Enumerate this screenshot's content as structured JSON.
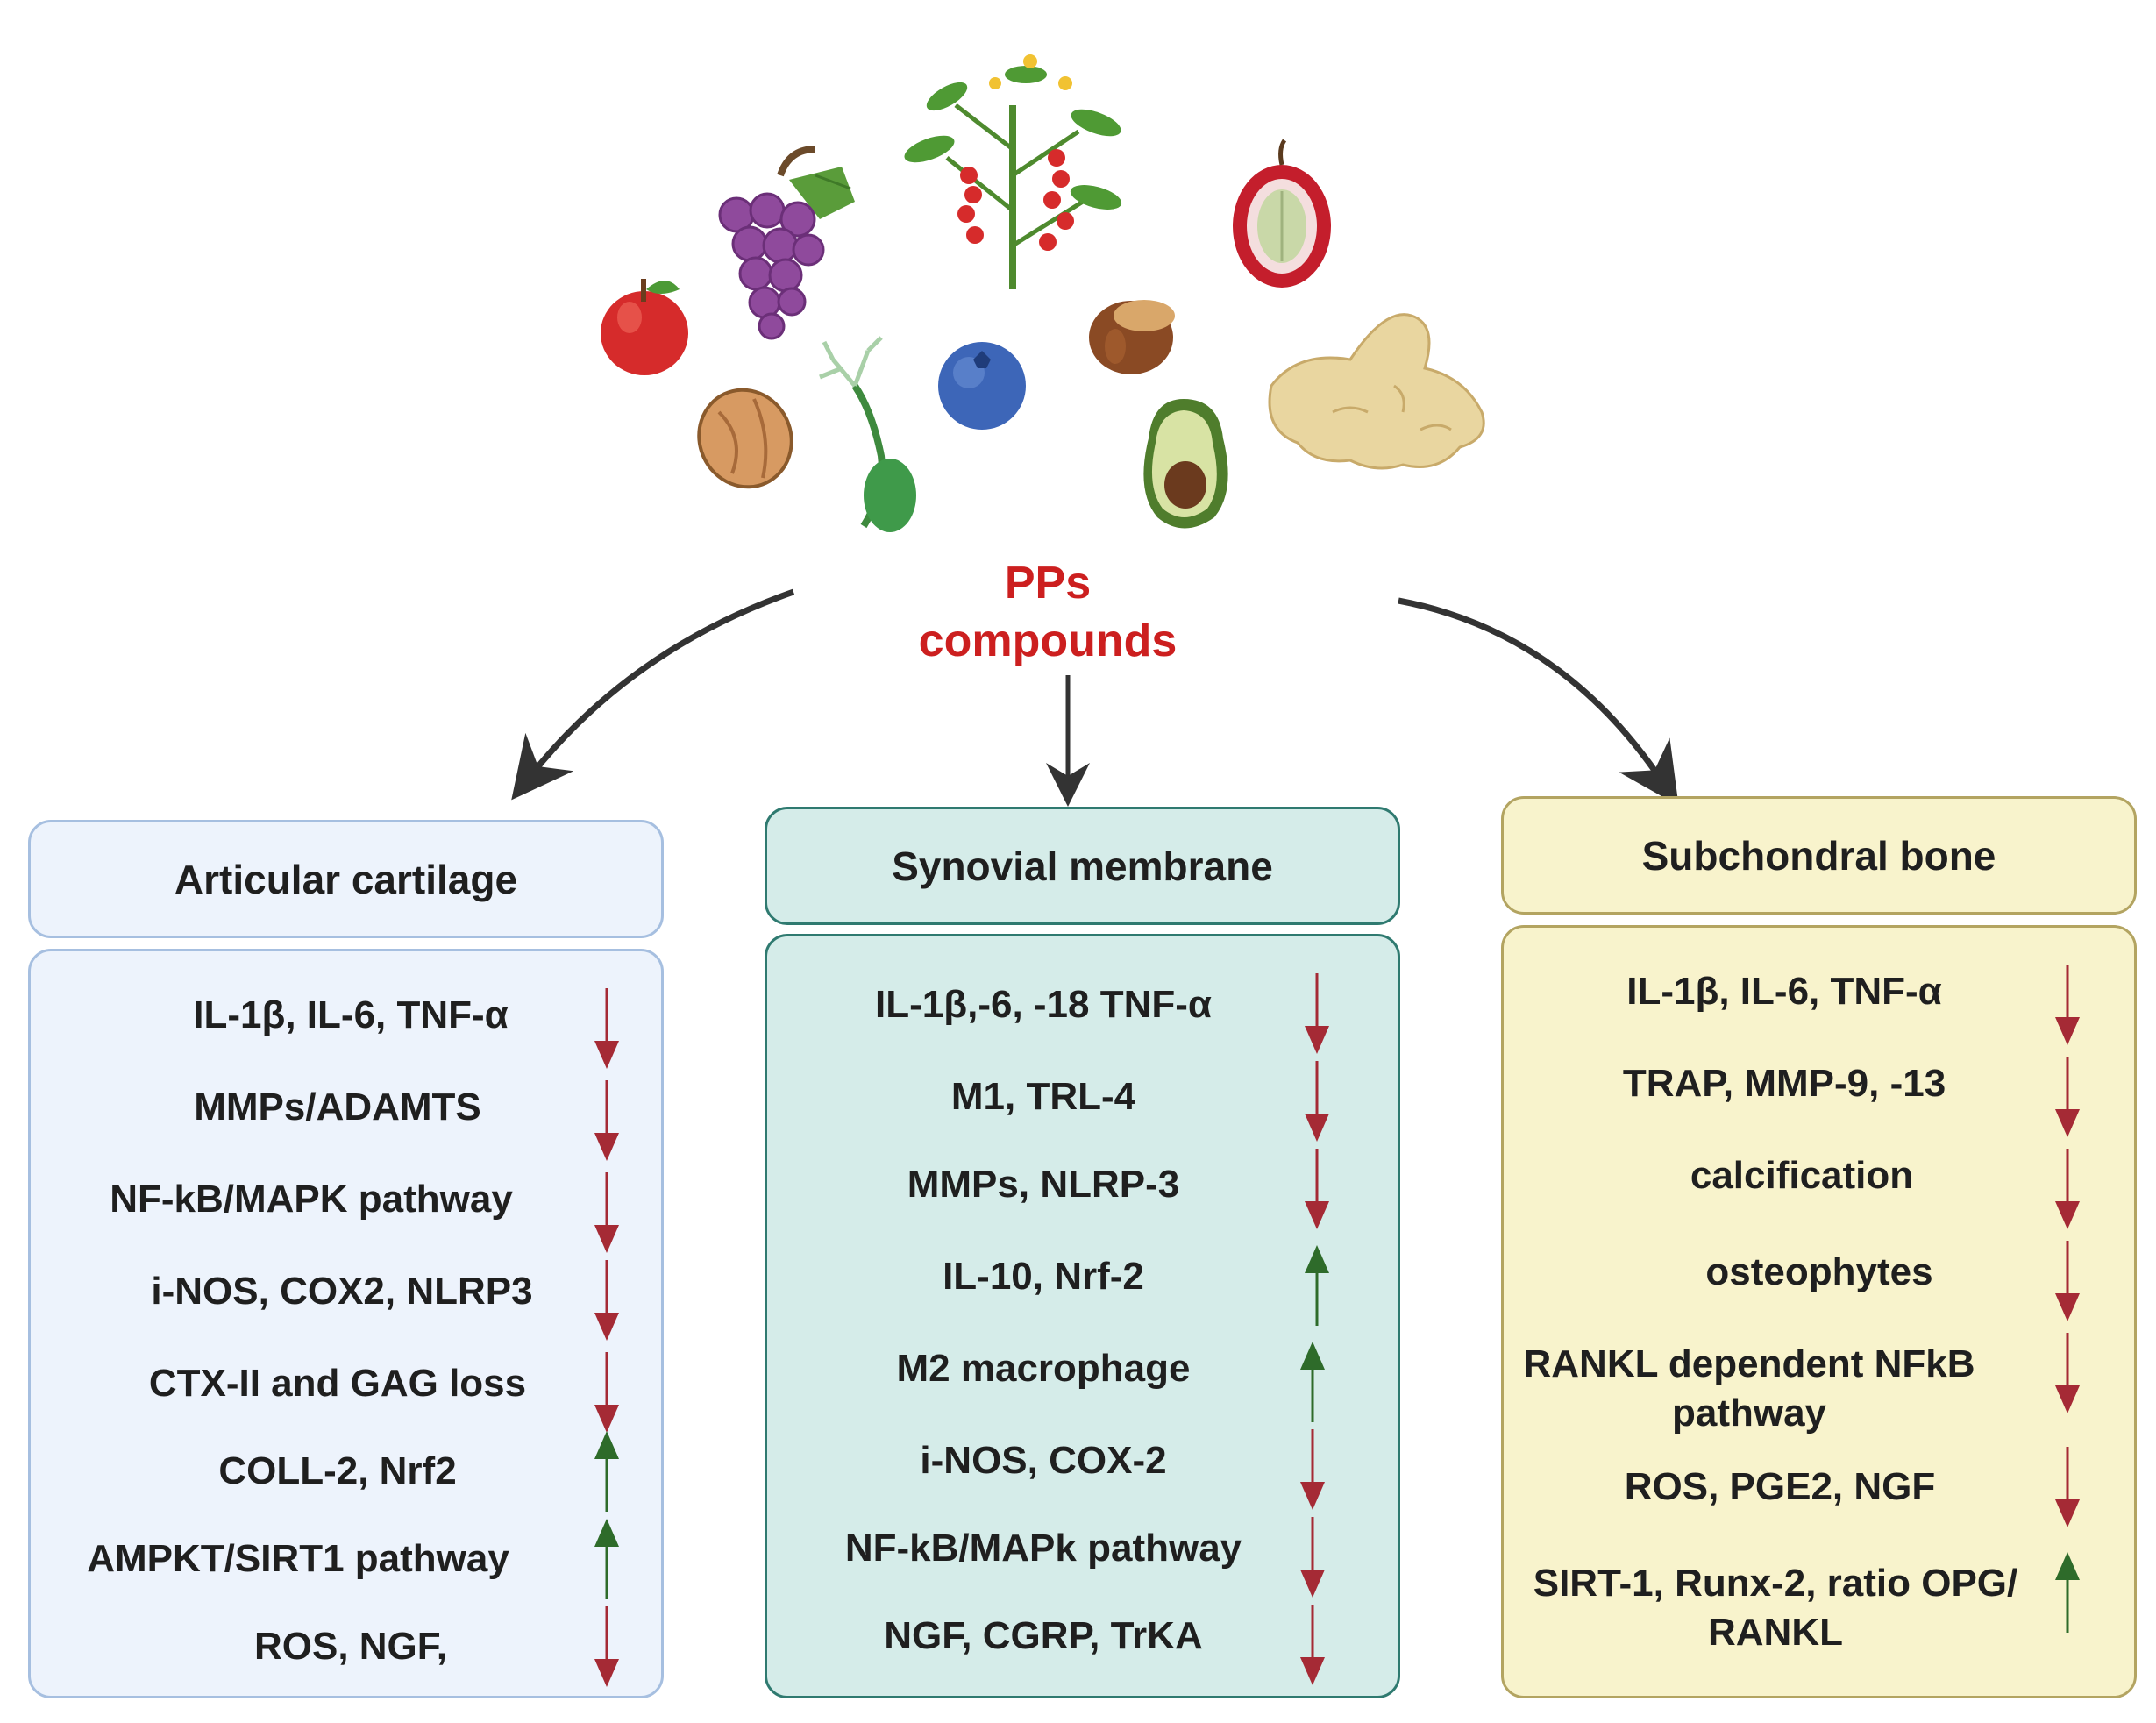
{
  "center": {
    "title_line1": "PPs",
    "title_line2": "compounds"
  },
  "colors": {
    "title_red": "#cc1f1f",
    "down_arrow": "#a52a35",
    "up_arrow": "#2e6b2a"
  },
  "icons": [
    "apple-icon",
    "grapes-icon",
    "walnut-icon",
    "herb-root-icon",
    "tomato-plant-icon",
    "blueberry-icon",
    "hazelnut-icon",
    "avocado-icon",
    "coffee-cherry-icon",
    "ginger-icon"
  ],
  "columns": [
    {
      "title": "Articular cartilage",
      "items": [
        {
          "label": "IL-1β, IL-6, TNF-α",
          "direction": "down"
        },
        {
          "label": "MMPs/ADAMTS",
          "direction": "down"
        },
        {
          "label": "NF-kB/MAPK pathway",
          "direction": "down"
        },
        {
          "label": "i-NOS, COX2, NLRP3",
          "direction": "down"
        },
        {
          "label": "CTX-II and GAG loss",
          "direction": "down"
        },
        {
          "label": "COLL-2, Nrf2",
          "direction": "up"
        },
        {
          "label": "AMPKT/SIRT1 pathway",
          "direction": "up"
        },
        {
          "label": "ROS, NGF,",
          "direction": "down"
        }
      ]
    },
    {
      "title": "Synovial membrane",
      "items": [
        {
          "label": "IL-1β,-6, -18 TNF-α",
          "direction": "down"
        },
        {
          "label": "M1, TRL-4",
          "direction": "down"
        },
        {
          "label": "MMPs, NLRP-3",
          "direction": "down"
        },
        {
          "label": "IL-10, Nrf-2",
          "direction": "up"
        },
        {
          "label": "M2 macrophage",
          "direction": "up"
        },
        {
          "label": "i-NOS, COX-2",
          "direction": "down"
        },
        {
          "label": "NF-kB/MAPk pathway",
          "direction": "down"
        },
        {
          "label": "NGF, CGRP, TrKA",
          "direction": "down"
        }
      ]
    },
    {
      "title": "Subchondral bone",
      "items": [
        {
          "label": "IL-1β, IL-6, TNF-α",
          "direction": "down"
        },
        {
          "label": "TRAP, MMP-9, -13",
          "direction": "down"
        },
        {
          "label": "calcification",
          "direction": "down"
        },
        {
          "label": "osteophytes",
          "direction": "down"
        },
        {
          "label": "RANKL dependent NFkB pathway",
          "direction": "down"
        },
        {
          "label": "ROS, PGE2, NGF",
          "direction": "down"
        },
        {
          "label": "SIRT-1, Runx-2, ratio OPG/ RANKL",
          "direction": "up"
        }
      ]
    }
  ]
}
